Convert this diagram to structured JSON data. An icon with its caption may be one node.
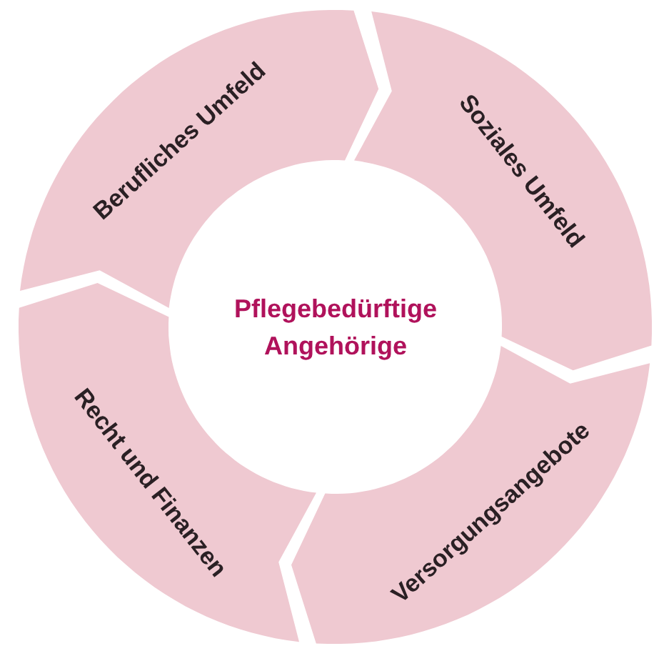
{
  "diagram": {
    "nodes": [
      {
        "text": [
          "Pflegebedürftige Angehörige"
        ]
      },
      {
        "text": [
          "Berufliches Umfeld"
        ]
      },
      {
        "text": [
          "Soziales Umfeld"
        ]
      },
      {
        "text": [
          "Versorgungsangebote"
        ]
      },
      {
        "text": [
          "Recht und Finanzen"
        ]
      }
    ]
  }
}
